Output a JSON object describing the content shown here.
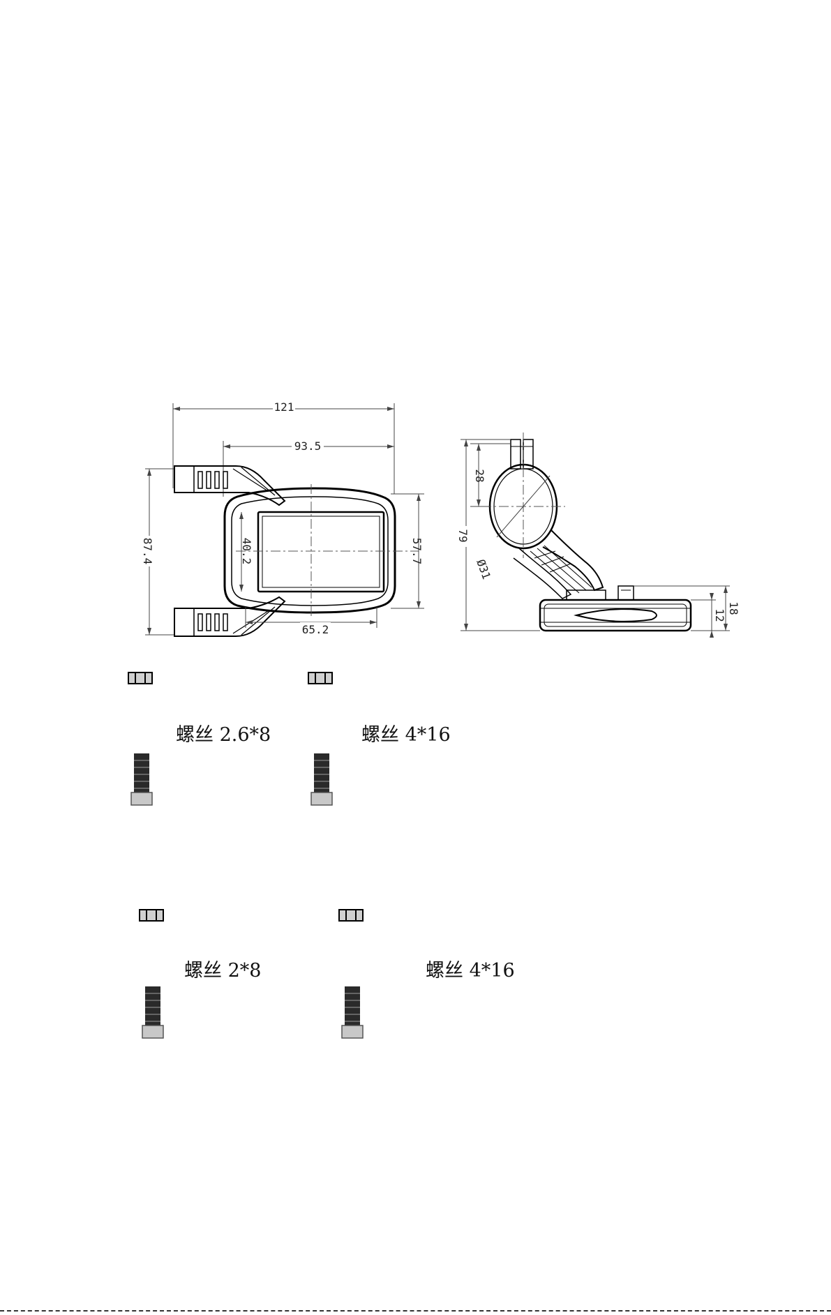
{
  "front_view": {
    "dims": {
      "overall_width": "121",
      "display_width": "93.5",
      "clamp_span": "87.4",
      "screen_height": "40.2",
      "body_height": "57.7",
      "bottom_width": "65.2"
    }
  },
  "side_view": {
    "dims": {
      "clamp_height": "28",
      "total_height": "79",
      "diameter": "Ø31",
      "base_height": "18",
      "body_thickness": "12"
    }
  },
  "screws": [
    {
      "label": "螺丝 2.6*8"
    },
    {
      "label": "螺丝 4*16"
    },
    {
      "label": "螺丝 2*8"
    },
    {
      "label": "螺丝 4*16"
    }
  ],
  "colors": {
    "line": "#000000",
    "screw_body": "#2a2a2a",
    "screw_head": "#c8c8c8"
  }
}
